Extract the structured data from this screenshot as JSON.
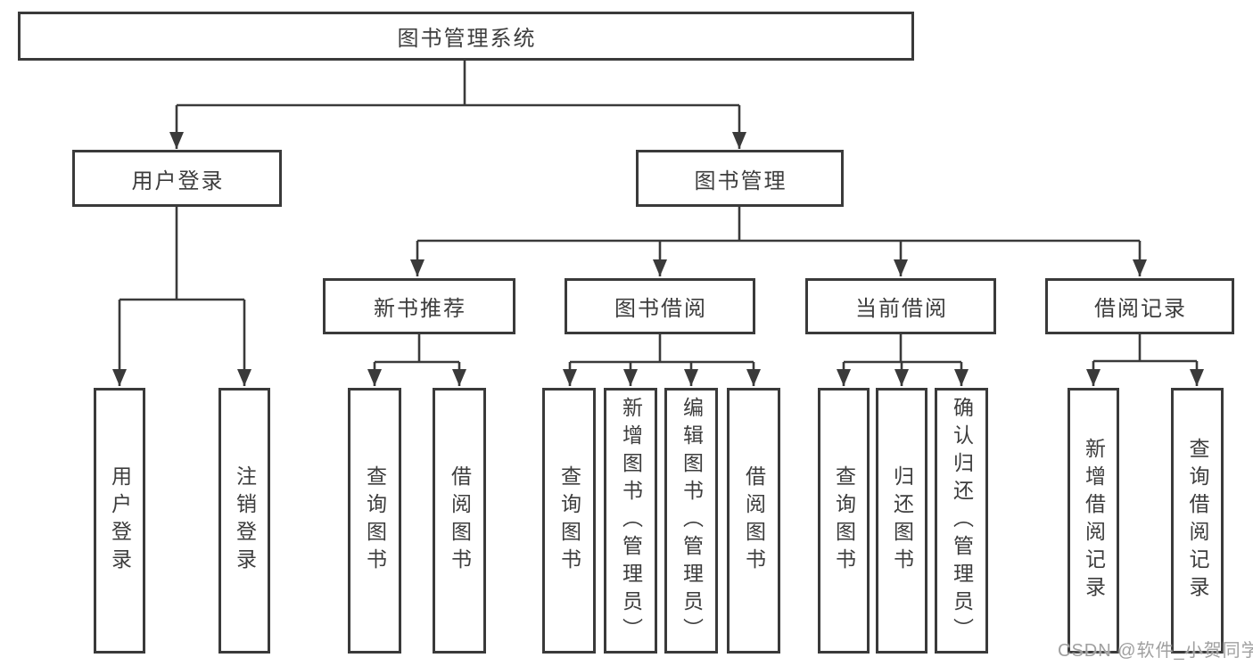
{
  "title": {
    "label": "图书管理系统"
  },
  "level2": {
    "user_login": "用户登录",
    "book_mgmt": "图书管理"
  },
  "level3": {
    "new_book_rec": "新书推荐",
    "book_borrow": "图书借阅",
    "current_borrow": "当前借阅",
    "borrow_record": "借阅记录"
  },
  "leaves": {
    "user_login": [
      "用户登录",
      "注销登录"
    ],
    "new_book_rec": [
      "查询图书",
      "借阅图书"
    ],
    "book_borrow": [
      "查询图书",
      "新增图书（管理员）",
      "编辑图书（管理员）",
      "借阅图书"
    ],
    "current_borrow": [
      "查询图书",
      "归还图书",
      "确认归还（管理员）"
    ],
    "borrow_record": [
      "新增借阅记录",
      "查询借阅记录"
    ]
  },
  "watermark": {
    "text": "CSDN @软件_小贺同学"
  },
  "colors": {
    "line": "#3a3a3a",
    "text": "#3d3d3d",
    "box_background": "#ffffff",
    "page_background": "#ffffff",
    "watermark": "#a0a0a0"
  }
}
